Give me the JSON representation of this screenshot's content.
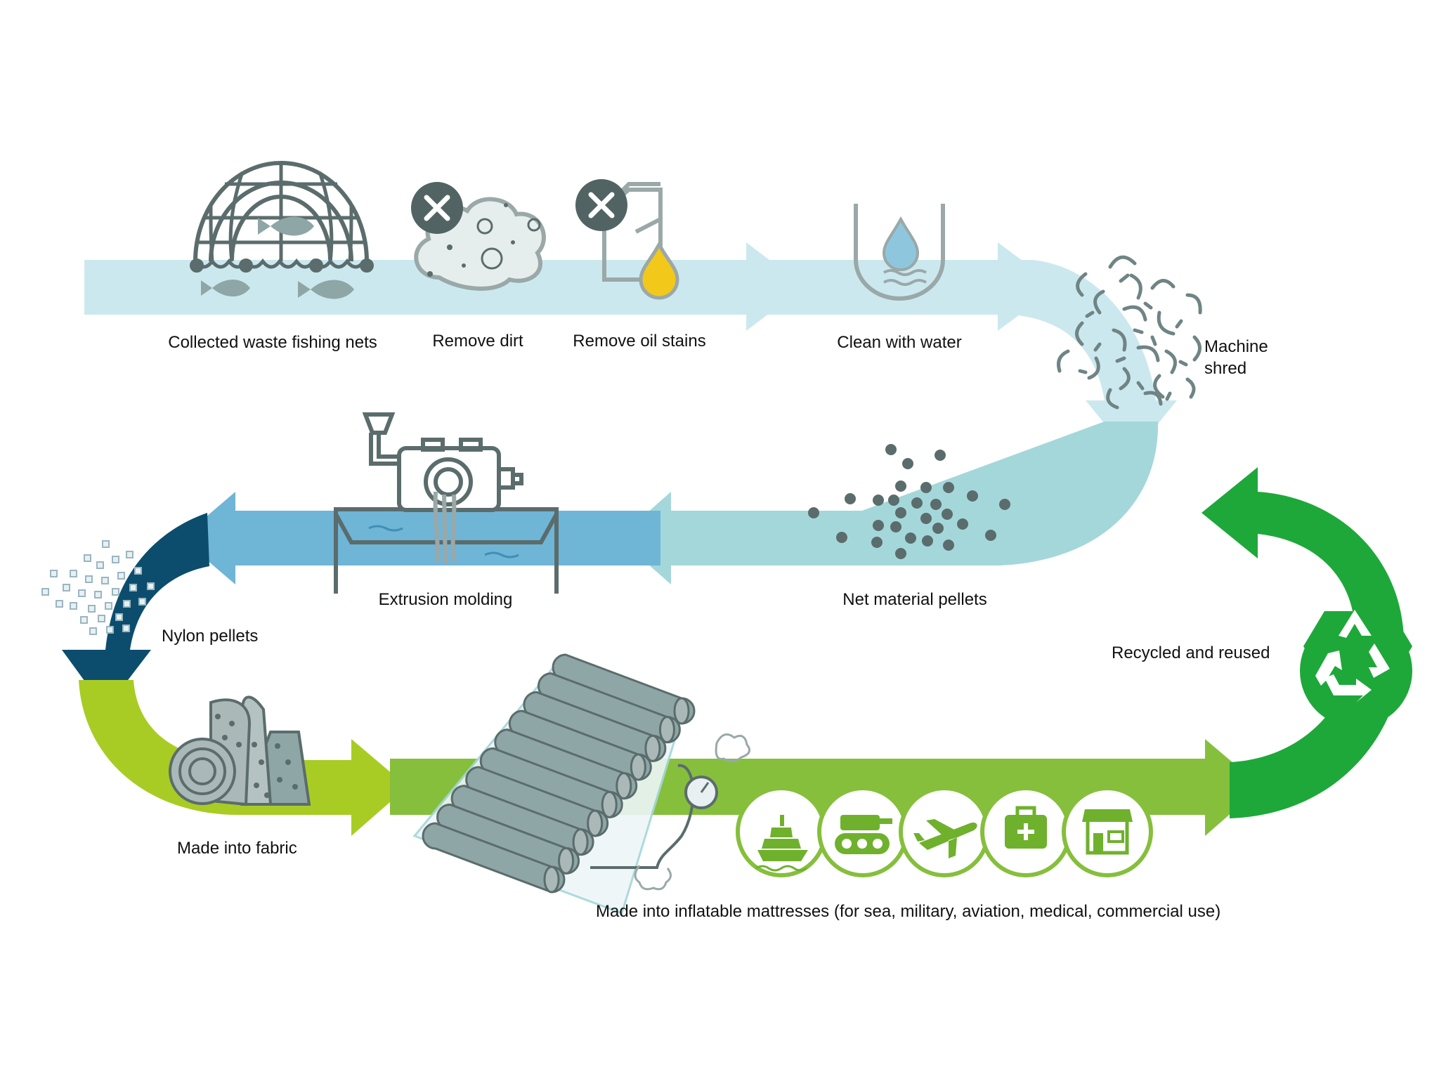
{
  "steps": [
    {
      "id": "collected",
      "label": "Collected waste fishing nets",
      "icon": "fishing-net-icon"
    },
    {
      "id": "dirt",
      "label": "Remove dirt",
      "icon": "dirt-cloud-icon"
    },
    {
      "id": "oil",
      "label": "Remove oil stains",
      "icon": "oil-can-icon"
    },
    {
      "id": "water",
      "label": "Clean with water",
      "icon": "water-basin-icon"
    },
    {
      "id": "shred",
      "label": "Machine\nshred",
      "icon": "shredded-fibers-icon"
    },
    {
      "id": "pellets",
      "label": "Net material pellets",
      "icon": "material-pellets-icon"
    },
    {
      "id": "extrusion",
      "label": "Extrusion molding",
      "icon": "extruder-machine-icon"
    },
    {
      "id": "nylon",
      "label": "Nylon pellets",
      "icon": "nylon-pellets-icon"
    },
    {
      "id": "fabric",
      "label": "Made into fabric",
      "icon": "fabric-roll-icon"
    },
    {
      "id": "mattress",
      "label": "Made into inflatable mattresses (for sea, military, aviation, medical, commercial use)",
      "icon": "inflatable-mattress-icon"
    },
    {
      "id": "recycle",
      "label": "Recycled and reused",
      "icon": "recycle-icon"
    }
  ],
  "use_icons": [
    "ship-icon",
    "tank-icon",
    "airplane-icon",
    "medical-kit-icon",
    "store-icon"
  ],
  "colors": {
    "arrow_light": "#cce8ef",
    "arrow_teal": "#a4d7da",
    "arrow_blue": "#6fb5d6",
    "arrow_navy": "#0c4d6e",
    "arrow_lime": "#a8cc24",
    "arrow_green": "#86bf3c",
    "recycle_green": "#1ea83a",
    "icon_stroke": "#5b6c6c",
    "icon_fill": "#9aa8a8",
    "dark_circle": "#526363",
    "oil_yellow": "#f2c81a"
  }
}
